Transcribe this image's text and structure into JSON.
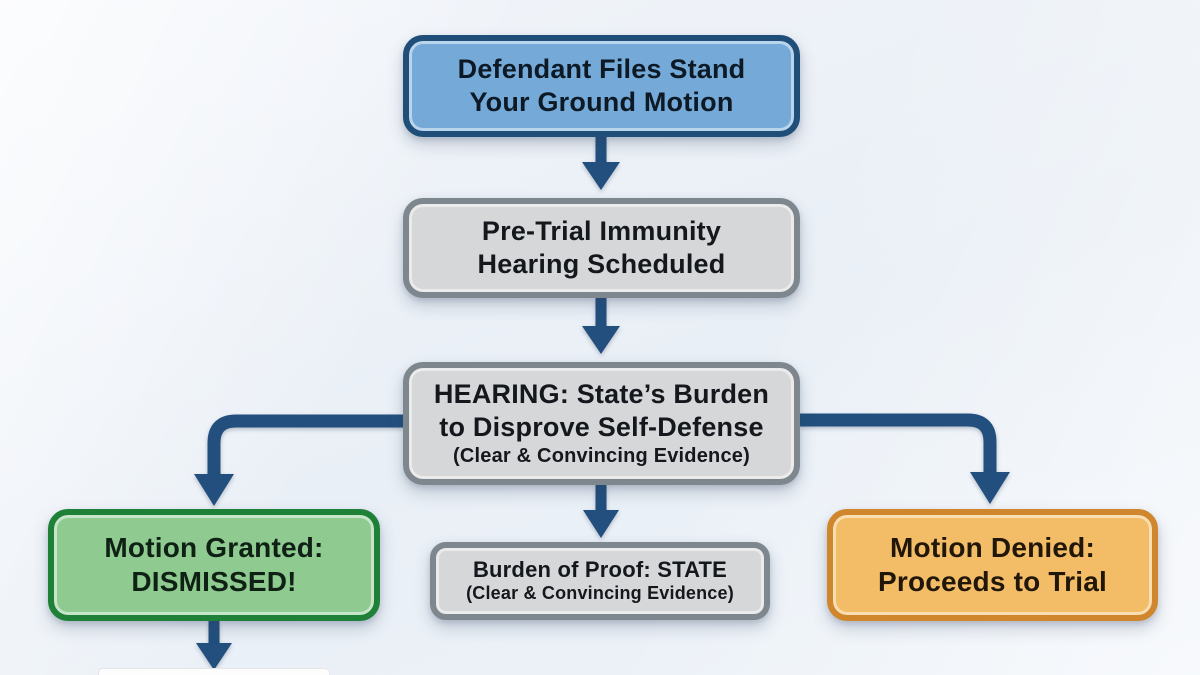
{
  "flowchart": {
    "arrow_color": "#224f7d",
    "background_color": "#edf2f8",
    "nodes": [
      {
        "id": "defendant-files-motion",
        "lines": [
          "Defendant Files Stand",
          "Your Ground Motion"
        ],
        "fill": "#74a9d8",
        "border": "#1f4e79",
        "text_color": "#0d1a26"
      },
      {
        "id": "pretrial-hearing-scheduled",
        "lines": [
          "Pre-Trial Immunity",
          "Hearing Scheduled"
        ],
        "fill": "#d6d7d9",
        "border": "#7e868e",
        "text_color": "#14181c"
      },
      {
        "id": "hearing-states-burden",
        "lines": [
          "HEARING: State’s Burden",
          "to Disprove Self-Defense",
          "(Clear & Convincing Evidence)"
        ],
        "fill": "#d6d7d9",
        "border": "#7e868e",
        "text_color": "#14181c"
      },
      {
        "id": "motion-granted-dismissed",
        "lines": [
          "Motion Granted:",
          "DISMISSED!"
        ],
        "fill": "#8fca90",
        "border": "#1f8038",
        "text_color": "#0f2015"
      },
      {
        "id": "burden-of-proof-state",
        "lines": [
          "Burden of Proof: STATE",
          "(Clear & Convincing Evidence)"
        ],
        "fill": "#d6d7d9",
        "border": "#7e868e",
        "text_color": "#14181c"
      },
      {
        "id": "motion-denied-trial",
        "lines": [
          "Motion Denied:",
          "Proceeds to Trial"
        ],
        "fill": "#f3bd68",
        "border": "#d0862c",
        "text_color": "#201708"
      },
      {
        "id": "offscreen-next-step",
        "lines": [],
        "fill": "#fdfdfe",
        "border": "#e4e6ea",
        "text_color": "#000000"
      }
    ],
    "edges": [
      {
        "from": "defendant-files-motion",
        "to": "pretrial-hearing-scheduled"
      },
      {
        "from": "pretrial-hearing-scheduled",
        "to": "hearing-states-burden"
      },
      {
        "from": "hearing-states-burden",
        "to": "motion-granted-dismissed"
      },
      {
        "from": "hearing-states-burden",
        "to": "burden-of-proof-state"
      },
      {
        "from": "hearing-states-burden",
        "to": "motion-denied-trial"
      },
      {
        "from": "motion-granted-dismissed",
        "to": "offscreen-next-step"
      }
    ]
  }
}
